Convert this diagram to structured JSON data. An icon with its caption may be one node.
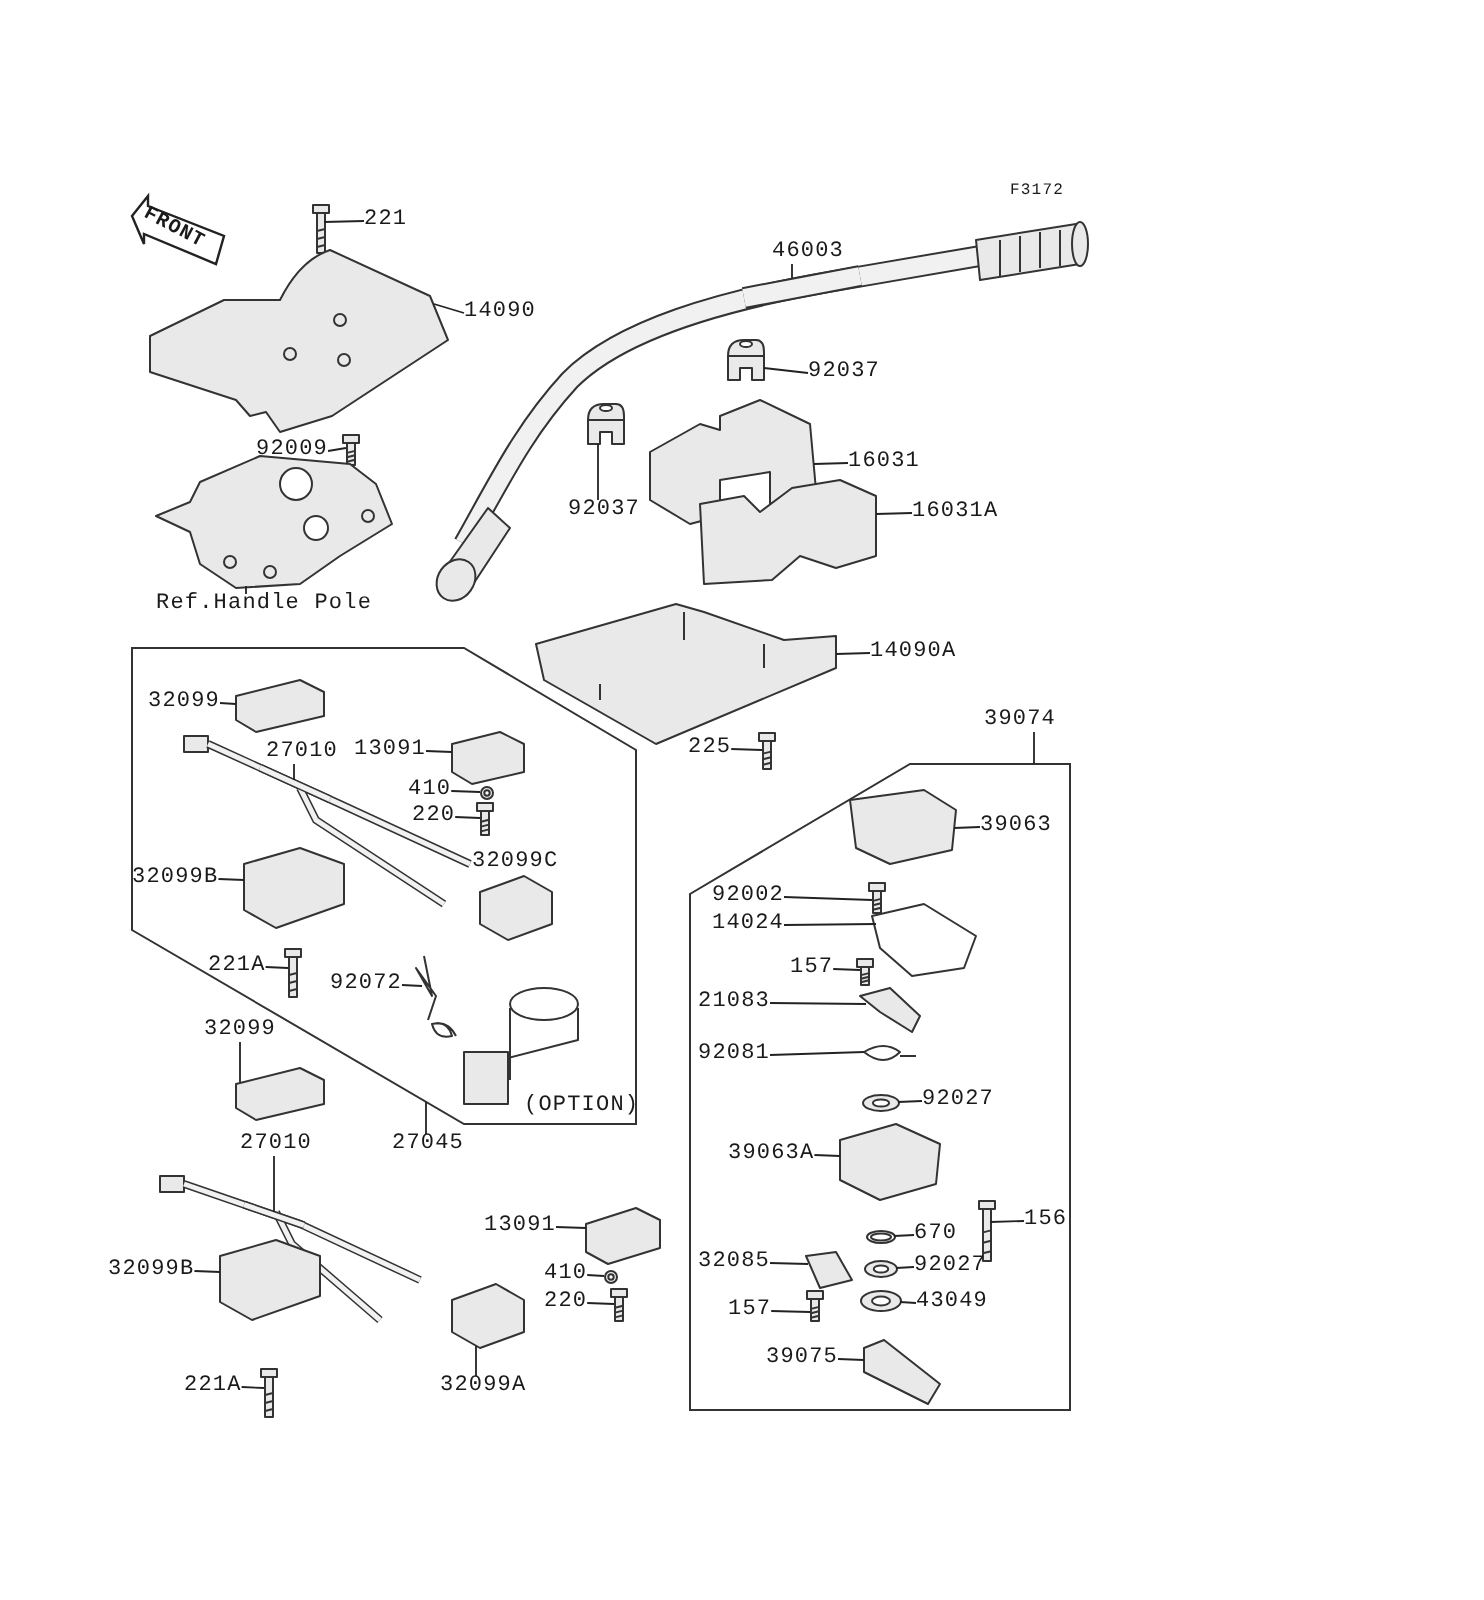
{
  "diagram": {
    "nodes": [
      {
        "text": [
          "221"
        ]
      },
      {
        "text": [
          "14090"
        ]
      },
      {
        "text": [
          "92009"
        ]
      },
      {
        "text": [
          "Ref.Handle Pole"
        ]
      },
      {
        "text": [
          "46003"
        ]
      },
      {
        "text": [
          "92037"
        ]
      },
      {
        "text": [
          "92037"
        ]
      },
      {
        "text": [
          "16031"
        ]
      },
      {
        "text": [
          "16031A"
        ]
      },
      {
        "text": [
          "14090A"
        ]
      },
      {
        "text": [
          "225"
        ]
      },
      {
        "text": [],
        "shape": "box"
      },
      {
        "text": [
          "32099"
        ],
        "in": 11
      },
      {
        "text": [
          "27010"
        ],
        "in": 11
      },
      {
        "text": [
          "13091"
        ],
        "in": 11
      },
      {
        "text": [
          "410"
        ],
        "in": 11
      },
      {
        "text": [
          "220"
        ],
        "in": 11
      },
      {
        "text": [
          "32099B"
        ],
        "in": 11
      },
      {
        "text": [
          "221A"
        ],
        "in": 11
      },
      {
        "text": [
          "92072"
        ],
        "in": 11
      },
      {
        "text": [
          "27045"
        ]
      },
      {
        "text": [
          "39074"
        ]
      },
      {
        "text": [],
        "shape": "box"
      },
      {
        "text": [
          "39063"
        ],
        "in": 22
      },
      {
        "text": [
          "92002"
        ],
        "in": 22
      },
      {
        "text": [
          "14024"
        ],
        "in": 22
      },
      {
        "text": [
          "157"
        ],
        "in": 22
      },
      {
        "text": [
          "21083"
        ],
        "in": 22
      },
      {
        "text": [
          "92081"
        ],
        "in": 22
      },
      {
        "text": [
          "92027"
        ],
        "in": 22
      },
      {
        "text": [
          "39063A"
        ],
        "in": 22
      },
      {
        "text": [
          "156"
        ],
        "in": 22
      },
      {
        "text": [
          "670"
        ],
        "in": 22
      },
      {
        "text": [
          "32085"
        ],
        "in": 22
      },
      {
        "text": [
          "92027"
        ],
        "in": 22
      },
      {
        "text": [
          "157"
        ],
        "in": 22
      },
      {
        "text": [
          "43049"
        ],
        "in": 22
      },
      {
        "text": [
          "39075"
        ],
        "in": 22
      },
      {
        "text": [
          "32099"
        ]
      },
      {
        "text": [
          "27010"
        ]
      },
      {
        "text": [
          "32099B"
        ]
      },
      {
        "text": [
          "13091"
        ]
      },
      {
        "text": [
          "410"
        ]
      },
      {
        "text": [
          "220"
        ]
      },
      {
        "text": [
          "32099A"
        ]
      },
      {
        "text": [
          "221A"
        ]
      },
      {
        "text": [],
        "shape": "picture"
      },
      {
        "text": [],
        "shape": "picture"
      },
      {
        "text": [],
        "shape": "picture"
      },
      {
        "text": [],
        "shape": "picture"
      },
      {
        "text": [],
        "shape": "picture"
      },
      {
        "text": [],
        "shape": "picture"
      },
      {
        "text": [],
        "shape": "picture"
      },
      {
        "text": [],
        "shape": "picture"
      },
      {
        "text": [],
        "shape": "picture"
      },
      {
        "text": [],
        "shape": "picture"
      },
      {
        "text": [],
        "shape": "picture"
      },
      {
        "text": [],
        "shape": "picture",
        "in": 11
      },
      {
        "text": [],
        "shape": "picture",
        "in": 11
      },
      {
        "text": [],
        "shape": "picture",
        "in": 11
      },
      {
        "text": [],
        "shape": "picture",
        "in": 11
      },
      {
        "text": [],
        "shape": "picture",
        "in": 11
      },
      {
        "text": [],
        "shape": "picture",
        "in": 11
      },
      {
        "text": [],
        "shape": "picture",
        "in": 11
      },
      {
        "text": [],
        "shape": "picture",
        "in": 11
      },
      {
        "text": [],
        "shape": "picture",
        "in": 22
      },
      {
        "text": [],
        "shape": "picture",
        "in": 22
      },
      {
        "text": [],
        "shape": "picture",
        "in": 22
      },
      {
        "text": [],
        "shape": "picture",
        "in": 22
      },
      {
        "text": [],
        "shape": "picture",
        "in": 22
      },
      {
        "text": [],
        "shape": "picture",
        "in": 22
      },
      {
        "text": [],
        "shape": "picture",
        "in": 22
      },
      {
        "text": [],
        "shape": "picture",
        "in": 22
      },
      {
        "text": [],
        "shape": "picture",
        "in": 22
      },
      {
        "text": [],
        "shape": "picture",
        "in": 22
      },
      {
        "text": [],
        "shape": "picture",
        "in": 22
      },
      {
        "text": [],
        "shape": "picture",
        "in": 22
      },
      {
        "text": [],
        "shape": "picture",
        "in": 22
      },
      {
        "text": [],
        "shape": "picture",
        "in": 22
      },
      {
        "text": [],
        "shape": "picture",
        "in": 22
      },
      {
        "text": [],
        "shape": "picture"
      },
      {
        "text": [],
        "shape": "picture"
      },
      {
        "text": [],
        "shape": "picture"
      },
      {
        "text": [],
        "shape": "picture"
      },
      {
        "text": [],
        "shape": "picture"
      },
      {
        "text": [],
        "shape": "picture"
      },
      {
        "text": [],
        "shape": "picture"
      },
      {
        "text": [],
        "shape": "picture"
      }
    ],
    "edges": [
      {
        "from": 0,
        "to": 46,
        "arrow": "none"
      },
      {
        "from": 1,
        "to": 47,
        "arrow": "none"
      },
      {
        "from": 2,
        "to": 48,
        "arrow": "none"
      },
      {
        "from": 3,
        "to": 49,
        "arrow": "none"
      },
      {
        "from": 4,
        "to": 50,
        "arrow": "none"
      },
      {
        "from": 5,
        "to": 51,
        "arrow": "none"
      },
      {
        "from": 6,
        "to": 52,
        "arrow": "none"
      },
      {
        "from": 7,
        "to": 53,
        "arrow": "none"
      },
      {
        "from": 8,
        "to": 54,
        "arrow": "none"
      },
      {
        "from": 9,
        "to": 55,
        "arrow": "none"
      },
      {
        "from": 10,
        "to": 56,
        "arrow": "none"
      },
      {
        "from": 12,
        "to": 57,
        "arrow": "none"
      },
      {
        "from": 13,
        "to": 58,
        "arrow": "none"
      },
      {
        "from": 14,
        "to": 59,
        "arrow": "none"
      },
      {
        "from": 15,
        "to": 60,
        "arrow": "none"
      },
      {
        "from": 16,
        "to": 61,
        "arrow": "none"
      },
      {
        "from": 17,
        "to": 62,
        "arrow": "none"
      },
      {
        "from": 18,
        "to": 63,
        "arrow": "none"
      },
      {
        "from": 19,
        "to": 64,
        "arrow": "none"
      },
      {
        "from": 20,
        "to": 11,
        "arrow": "none"
      },
      {
        "from": 21,
        "to": 22,
        "arrow": "none"
      },
      {
        "from": 23,
        "to": 65,
        "arrow": "none"
      },
      {
        "from": 24,
        "to": 66,
        "arrow": "none"
      },
      {
        "from": 25,
        "to": 67,
        "arrow": "none"
      },
      {
        "from": 26,
        "to": 68,
        "arrow": "none"
      },
      {
        "from": 27,
        "to": 69,
        "arrow": "none"
      },
      {
        "from": 28,
        "to": 70,
        "arrow": "none"
      },
      {
        "from": 29,
        "to": 71,
        "arrow": "none"
      },
      {
        "from": 30,
        "to": 72,
        "arrow": "none"
      },
      {
        "from": 31,
        "to": 73,
        "arrow": "none"
      },
      {
        "from": 32,
        "to": 74,
        "arrow": "none"
      },
      {
        "from": 33,
        "to": 75,
        "arrow": "none"
      },
      {
        "from": 34,
        "to": 76,
        "arrow": "none"
      },
      {
        "from": 35,
        "to": 77,
        "arrow": "none"
      },
      {
        "from": 36,
        "to": 78,
        "arrow": "none"
      },
      {
        "from": 37,
        "to": 79,
        "arrow": "none"
      },
      {
        "from": 38,
        "to": 80,
        "arrow": "none"
      },
      {
        "from": 39,
        "to": 81,
        "arrow": "none"
      },
      {
        "from": 40,
        "to": 82,
        "arrow": "none"
      },
      {
        "from": 41,
        "to": 83,
        "arrow": "none"
      },
      {
        "from": 42,
        "to": 84,
        "arrow": "none"
      },
      {
        "from": 43,
        "to": 85,
        "arrow": "none"
      },
      {
        "from": 44,
        "to": 86,
        "arrow": "none"
      },
      {
        "from": 45,
        "to": 87,
        "arrow": "none"
      }
    ],
    "labels": [
      "FRONT",
      "F3172",
      "32099C",
      "(OPTION)"
    ]
  }
}
